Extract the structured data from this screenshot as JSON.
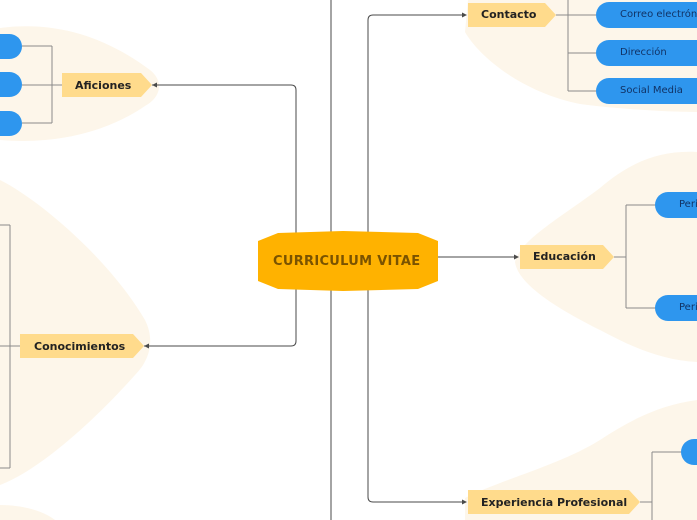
{
  "central": {
    "label": "CURRICULUM VITAE"
  },
  "topics": {
    "aficiones": {
      "label": "Aficiones"
    },
    "conocimientos": {
      "label": "Conocimientos"
    },
    "contacto": {
      "label": "Contacto"
    },
    "educacion": {
      "label": "Educación"
    },
    "experiencia": {
      "label": "Experiencia Profesional"
    }
  },
  "subtopics": {
    "contacto": [
      "Correo electrón",
      "Dirección",
      "Social Media"
    ],
    "educacion": [
      "Peri",
      "Peri"
    ]
  },
  "colors": {
    "central_fill": "#ffb200",
    "topic_fill": "#ffdb8c",
    "subtopic_fill": "#2e96ee",
    "background_blob": "#fdf6ea",
    "connector": "#4a4a4a"
  }
}
